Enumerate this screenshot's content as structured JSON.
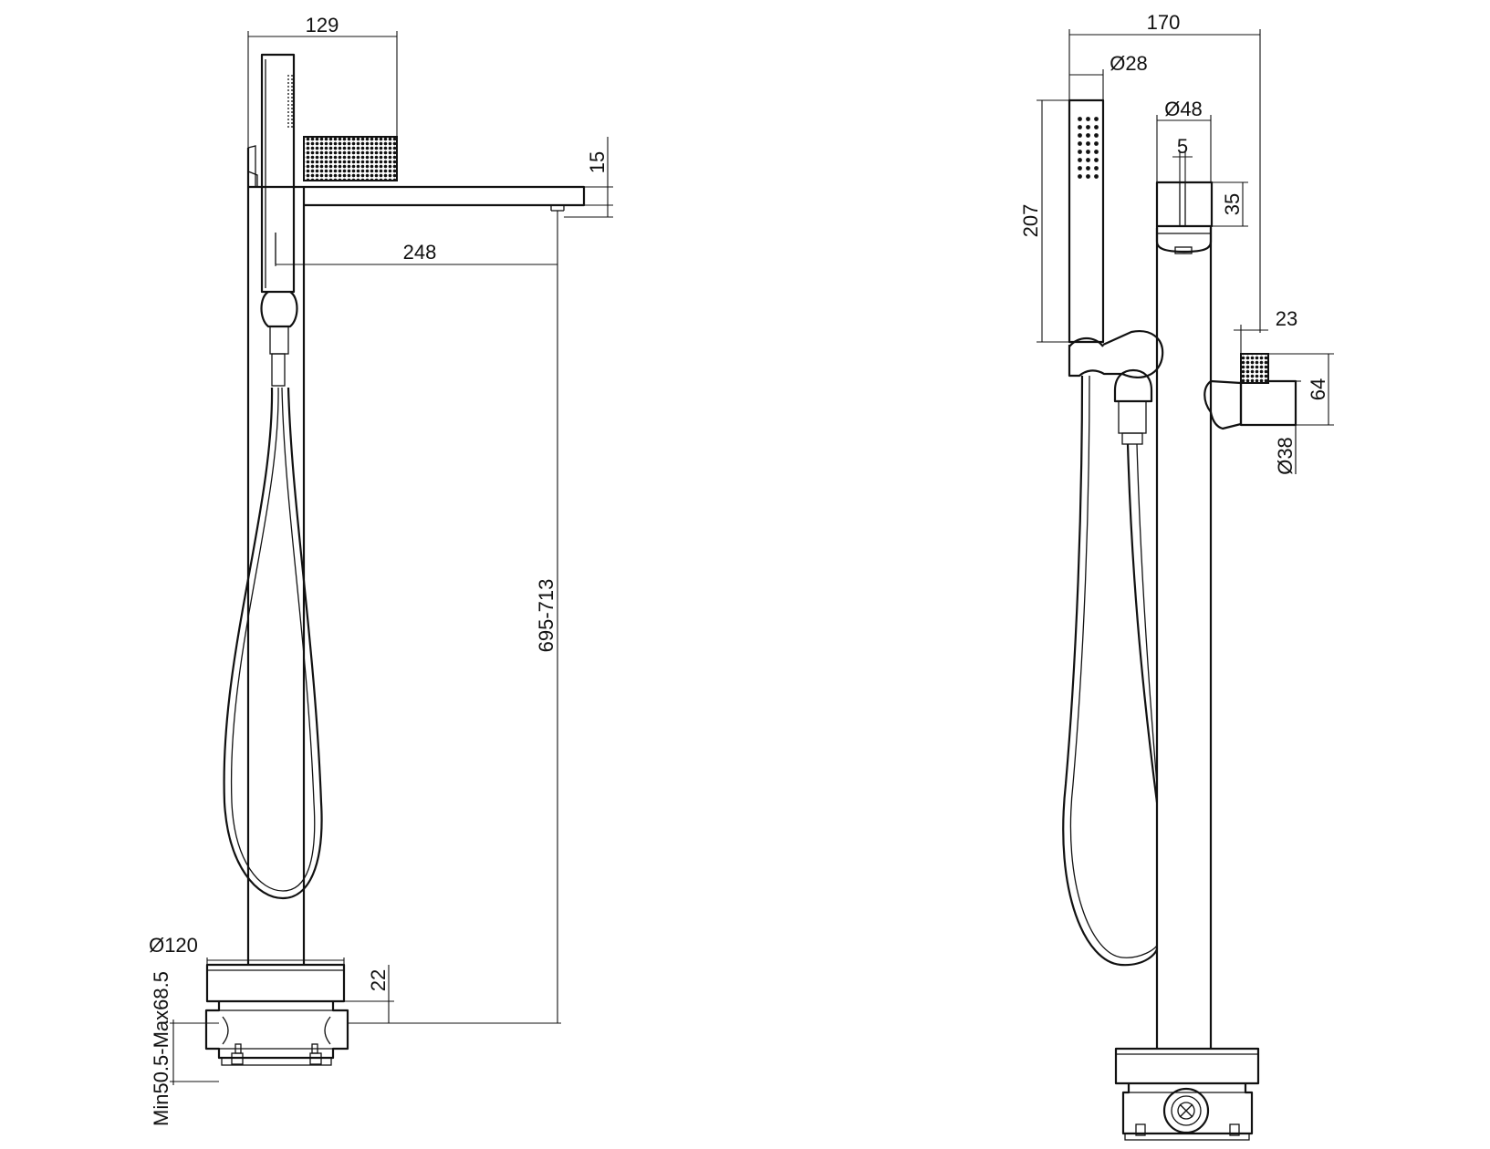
{
  "front_view": {
    "dims": {
      "width_top": "129",
      "spout_thickness": "15",
      "spout_reach": "248",
      "height": "695-713",
      "base_diameter": "Ø120",
      "base_height": "22",
      "kit_range": "Min50.5-Max68.5"
    }
  },
  "side_view": {
    "dims": {
      "overall_width": "170",
      "handshower_diameter": "Ø28",
      "spout_diameter": "Ø48",
      "slot_width": "5",
      "spout_cap_height": "35",
      "handshower_length": "207",
      "handle_projection": "23",
      "handle_height": "64",
      "handle_diameter": "Ø38"
    }
  },
  "colors": {
    "line": "#111111",
    "background": "#ffffff"
  }
}
